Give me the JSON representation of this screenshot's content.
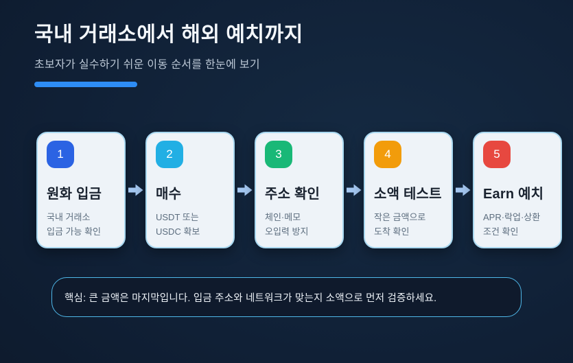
{
  "header": {
    "title": "국내 거래소에서 해외 예치까지",
    "subtitle": "초보자가 실수하기 쉬운 이동 순서를 한눈에 보기",
    "accent_color": "#2e8df5"
  },
  "steps": [
    {
      "number": "1",
      "badge_color": "#2b63e3",
      "title": "원화 입금",
      "desc_line1": "국내 거래소",
      "desc_line2": "입금 가능 확인"
    },
    {
      "number": "2",
      "badge_color": "#22afe4",
      "title": "매수",
      "desc_line1": "USDT 또는",
      "desc_line2": "USDC 확보"
    },
    {
      "number": "3",
      "badge_color": "#19b877",
      "title": "주소 확인",
      "desc_line1": "체인·메모",
      "desc_line2": "오입력 방지"
    },
    {
      "number": "4",
      "badge_color": "#f29c0b",
      "title": "소액 테스트",
      "desc_line1": "작은 금액으로",
      "desc_line2": "도착 확인"
    },
    {
      "number": "5",
      "badge_color": "#e74840",
      "title": "Earn 예치",
      "desc_line1": "APR·락업·상환",
      "desc_line2": "조건 확인"
    }
  ],
  "callout": {
    "text": "핵심: 큰 금액은 마지막입니다. 입금 주소와 네트워크가 맞는지 소액으로 먼저 검증하세요."
  },
  "colors": {
    "background_center": "#152a42",
    "background_edge": "#0b1626",
    "card_bg": "#eef3f8",
    "card_border": "#a9d8f0",
    "arrow": "#a4c7f1",
    "callout_border": "#4fb8e9",
    "callout_bg": "#0f1a2c"
  }
}
